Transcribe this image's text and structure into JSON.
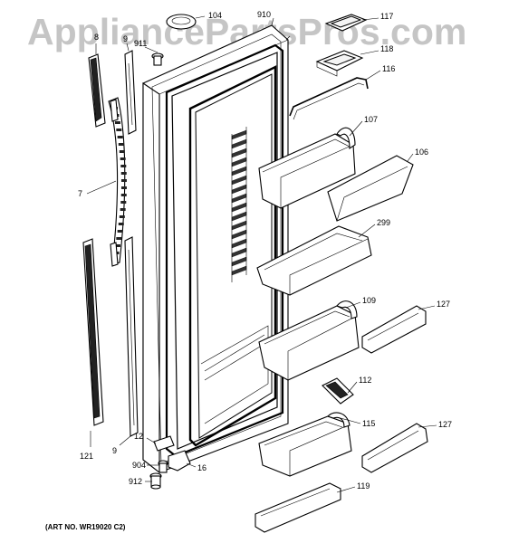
{
  "watermark": "AppliancePartsPros.com",
  "art_number": "(ART NO. WR19020 C2)",
  "callouts": {
    "c104": "104",
    "c910": "910",
    "c117": "117",
    "c8": "8",
    "c911": "911",
    "c9top": "9",
    "c118": "118",
    "c116": "116",
    "c107": "107",
    "c106": "106",
    "c7": "7",
    "c299": "299",
    "c109": "109",
    "c127a": "127",
    "c112": "112",
    "c115": "115",
    "c127b": "127",
    "c12": "12",
    "c121": "121",
    "c9bot": "9",
    "c904": "904",
    "c16": "16",
    "c912": "912",
    "c119": "119"
  }
}
